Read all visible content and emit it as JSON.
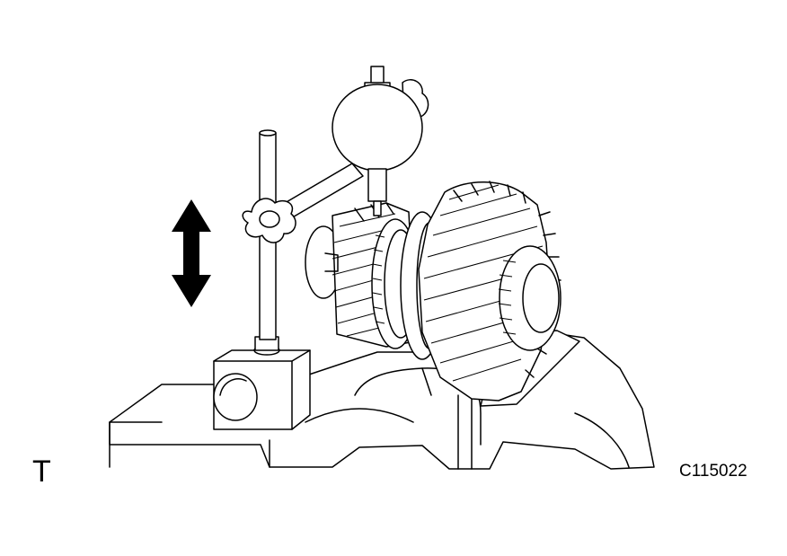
{
  "figure": {
    "side_mark": "T",
    "figure_code": "C115022"
  },
  "colors": {
    "line": "#000000",
    "background": "#ffffff"
  },
  "parts": {
    "dial_indicator": "dial-indicator",
    "magnetic_base": "magnetic-base",
    "gear_shaft": "gear-shaft",
    "motion_arrow": "up-down-arrow",
    "transaxle_case": "transaxle-case"
  }
}
